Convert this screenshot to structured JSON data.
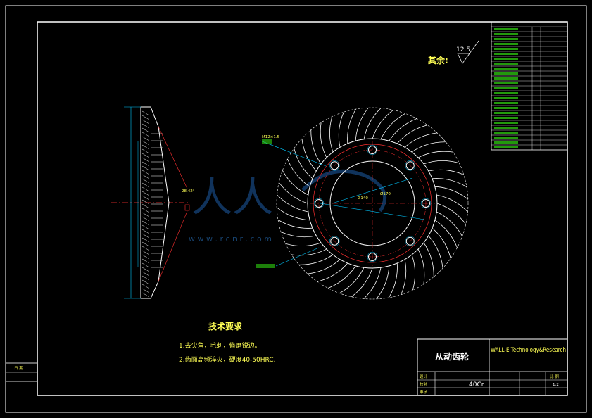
{
  "surface_finish": {
    "label": "其余:",
    "value": "12.5"
  },
  "tech_requirements": {
    "title": "技术要求",
    "items": [
      "1.去尖角，毛刺，修磨锐边。",
      "2.齿面高频淬火，硬度40-50HRC."
    ]
  },
  "title_block": {
    "part_name": "从动齿轮",
    "company": "WALL-E Technology&Research",
    "material": "40Cr",
    "row_labels": [
      "设计",
      "校对",
      "审核"
    ],
    "scale_label": "比 例",
    "scale_value": "1:2"
  },
  "side_view": {
    "angle_label": "28.42°"
  },
  "front_view": {
    "thread_label": "M12×1.5",
    "dim_label_1": "Ø140",
    "dim_label_2": "Ø170"
  },
  "left_block": {
    "label": "日 期"
  },
  "watermark": {
    "url": "w w w . r c n r . c o m"
  },
  "colors": {
    "line": "#ffffff",
    "text": "#39ff14",
    "accent": "#ff3030",
    "dim": "#00c8ff"
  }
}
